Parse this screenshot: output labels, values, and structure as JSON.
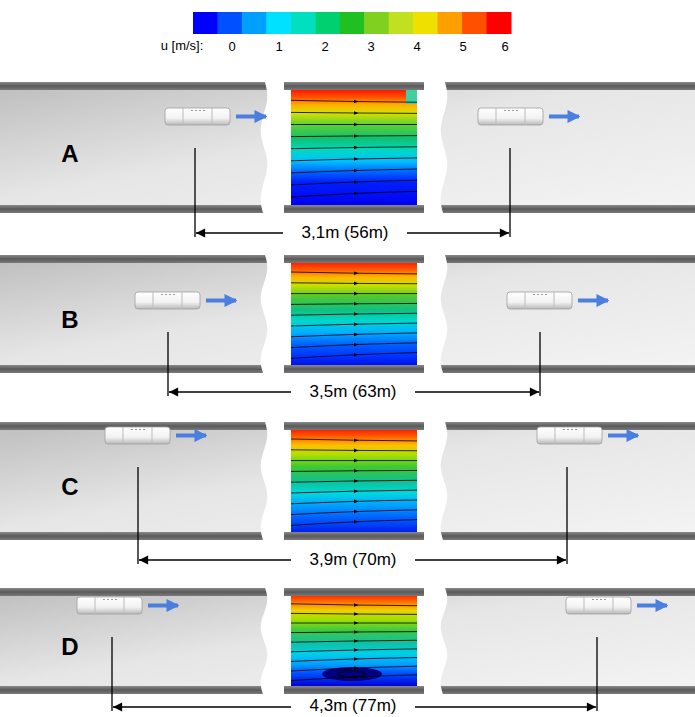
{
  "diagram": {
    "labels": [
      "u [m/s]:",
      "0",
      "1",
      "2",
      "3",
      "4",
      "5",
      "6",
      "A",
      "3,1m (56m)",
      "B",
      "3,5m (63m)",
      "C",
      "3,9m (70m)",
      "D",
      "4,3m (77m)"
    ]
  }
}
